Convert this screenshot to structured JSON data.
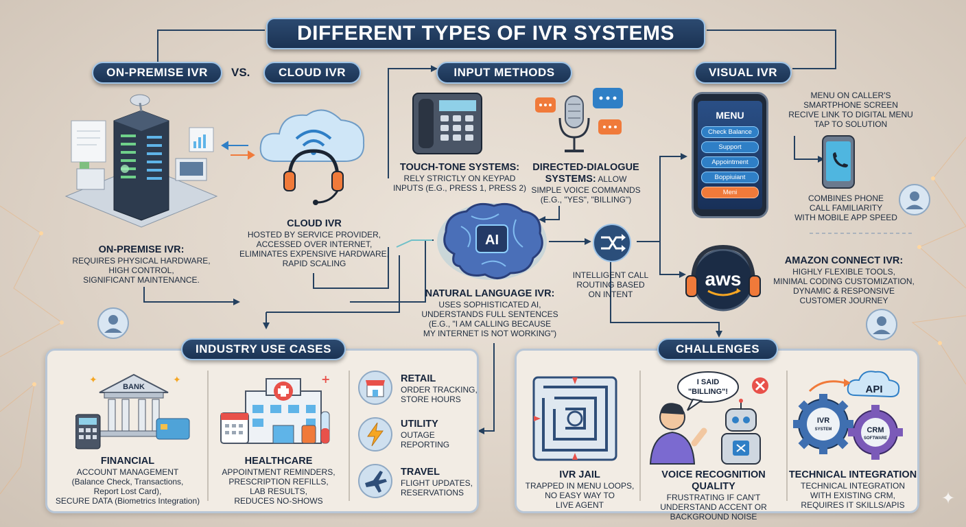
{
  "title": "DIFFERENT TYPES OF IVR SYSTEMS",
  "onprem": {
    "header": "ON-PREMISE IVR",
    "title": "ON-PREMISE IVR:",
    "line1": "REQUIRES PHYSICAL HARDWARE,",
    "line2": "HIGH CONTROL,",
    "line3": "SIGNIFICANT MAINTENANCE."
  },
  "vs": "VS.",
  "cloud": {
    "header": "CLOUD IVR",
    "title": "CLOUD IVR",
    "line1": "HOSTED BY SERVICE PROVIDER,",
    "line2": "ACCESSED OVER INTERNET,",
    "line3": "ELIMINATES EXPENSIVE HARDWARE,",
    "line4": "RAPID SCALING"
  },
  "input": {
    "header": "INPUT METHODS",
    "touch_title": "TOUCH-TONE SYSTEMS:",
    "touch_line1": "RELY STRICTLY ON KEYPAD",
    "touch_line2": "INPUTS (E.G., PRESS 1, PRESS 2)",
    "directed_title1": "DIRECTED-DIALOGUE",
    "directed_title2": "SYSTEMS:",
    "directed_rest": "ALLOW",
    "directed_line2": "SIMPLE VOICE COMMANDS",
    "directed_line3": "(E.G., \"YES\", \"BILLING\")",
    "ai_label": "AI"
  },
  "nl": {
    "title": "NATURAL LANGUAGE IVR:",
    "line1": "USES SOPHISTICATED AI,",
    "line2": "UNDERSTANDS FULL SENTENCES",
    "line3": "(E.G., \"I AM CALLING BECAUSE",
    "line4": "MY INTERNET IS NOT WORKING\")"
  },
  "routing": {
    "line1": "INTELLIGENT CALL",
    "line2": "ROUTING BASED",
    "line3": "ON INTENT"
  },
  "visual": {
    "header": "VISUAL IVR",
    "menu_title": "MENU",
    "menu_items": [
      "Check Balance",
      "Support",
      "Appointment",
      "Boppiuiant",
      "Meni"
    ],
    "desc_line1": "MENU ON CALLER'S",
    "desc_line2": "SMARTPHONE SCREEN",
    "desc_line3": "RECIVE LINK TO DIGITAL MENU",
    "desc_line4": "TAP TO SOLUTION",
    "combine_line1": "COMBINES PHONE",
    "combine_line2": "CALL FAMILIARITY",
    "combine_line3": "WITH MOBILE APP SPEED"
  },
  "amazon": {
    "logo": "aws",
    "title": "AMAZON CONNECT IVR:",
    "line1": "HIGHLY FLEXIBLE TOOLS,",
    "line2": "MINIMAL CODING CUSTOMIZATION,",
    "line3": "DYNAMIC & RESPONSIVE",
    "line4": "CUSTOMER JOURNEY"
  },
  "industry": {
    "header": "INDUSTRY USE CASES",
    "bank_sign": "BANK",
    "financial_title": "FINANCIAL",
    "financial_line1": "ACCOUNT MANAGEMENT",
    "financial_line2": "(Balance Check, Transactions,",
    "financial_line3": "Report Lost Card),",
    "financial_line4a": "SECURE DATA",
    "financial_line4b": " (Biometrics Integration)",
    "health_title": "HEALTHCARE",
    "health_line1": "APPOINTMENT REMINDERS,",
    "health_line2": "PRESCRIPTION REFILLS,",
    "health_line3": "LAB RESULTS,",
    "health_line4": "REDUCES NO-SHOWS",
    "retail_title": "RETAIL",
    "retail_line1": "ORDER TRACKING,",
    "retail_line2": "STORE HOURS",
    "utility_title": "UTILITY",
    "utility_line1": "OUTAGE",
    "utility_line2": "REPORTING",
    "travel_title": "TRAVEL",
    "travel_line1": "FLIGHT UPDATES,",
    "travel_line2": "RESERVATIONS"
  },
  "challenges": {
    "header": "CHALLENGES",
    "jail_title": "IVR JAIL",
    "jail_line1": "TRAPPED IN MENU LOOPS,",
    "jail_line2": "NO EASY WAY TO",
    "jail_line3": "LIVE AGENT",
    "speech1": "I SAID",
    "speech2": "\"BILLING\"!",
    "voice_title": "VOICE RECOGNITION QUALITY",
    "voice_line1": "FRUSTRATING IF CAN'T",
    "voice_line2": "UNDERSTAND ACCENT OR",
    "voice_line3": "BACKGROUND NOISE",
    "api_label": "API",
    "gear1_line1": "IVR",
    "gear1_line2": "SYSTEM",
    "gear2_line1": "CRM",
    "gear2_line2": "SOFTWARE",
    "tech_title": "TECHNICAL INTEGRATION",
    "tech_line1": "TECHNICAL INTEGRATION",
    "tech_line2": "WITH EXISTING CRM,",
    "tech_line3": "REQUIRES IT SKILLS/APIs"
  },
  "colors": {
    "navy": "#1b3354",
    "accent_blue": "#2f7fc6",
    "orange": "#f07a3a",
    "background": "#ddd2c6"
  }
}
